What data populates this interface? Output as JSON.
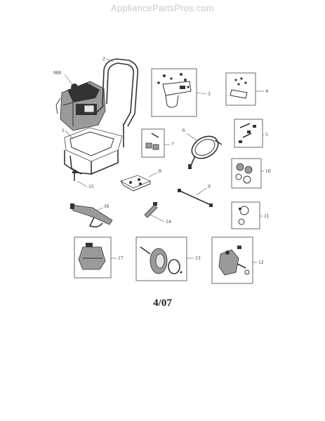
{
  "watermark": "AppliancePartsPros.com",
  "labels": {
    "p900": "900",
    "p1": "1",
    "p2": "2",
    "p3": "3",
    "p4": "4",
    "p5": "5",
    "p6": "6",
    "p7": "7",
    "p8": "8",
    "p9": "9",
    "p10": "10",
    "p11": "11",
    "p12": "12",
    "p13": "13",
    "p14": "14",
    "p15": "15",
    "p16": "16",
    "p17": "17"
  },
  "date_code": "4/07"
}
